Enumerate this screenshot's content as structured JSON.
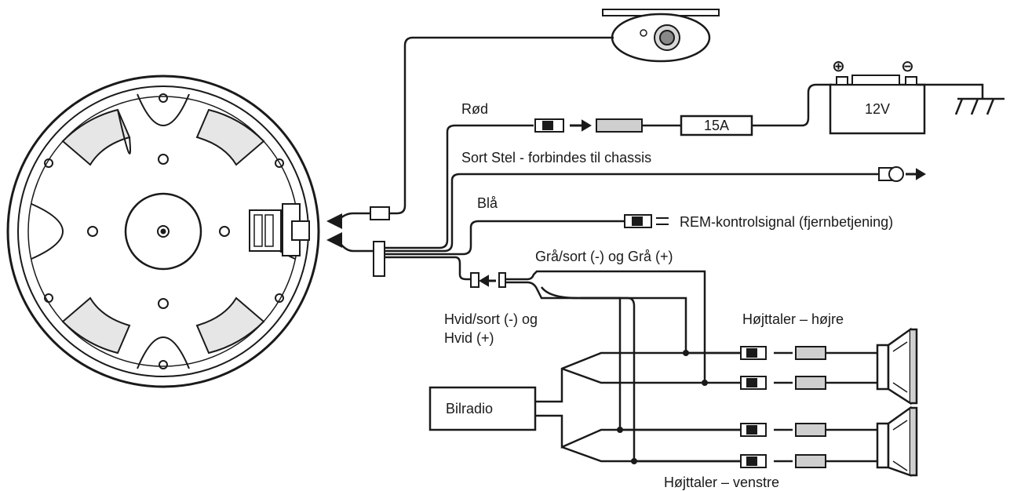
{
  "labels": {
    "rod": "Rød",
    "sort_stel": "Sort Stel - forbindes til chassis",
    "bla": "Blå",
    "rem": "REM-kontrolsignal (fjernbetjening)",
    "gra": "Grå/sort (-) og Grå (+)",
    "hvid_line1": "Hvid/sort (-) og",
    "hvid_line2": "Hvid (+)",
    "hojttaler_hojre": "Højttaler – højre",
    "hojttaler_venstre": "Højttaler – venstre"
  },
  "components": {
    "fuse": "15A",
    "battery": "12V",
    "radio": "Bilradio"
  },
  "colors": {
    "line": "#1a1a1a",
    "fill_light": "#f2f2f2"
  }
}
